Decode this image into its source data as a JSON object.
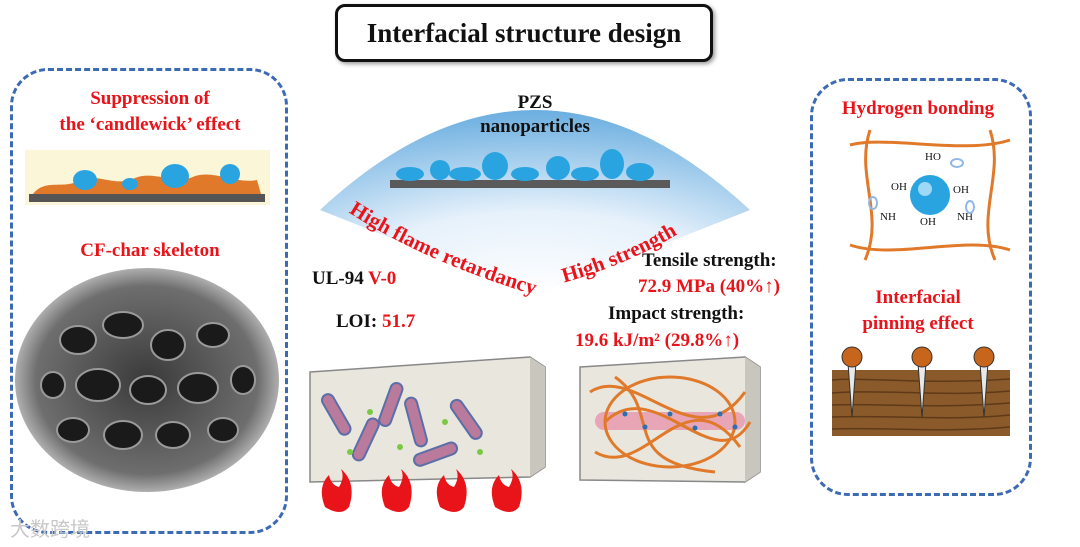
{
  "title": "Interfacial structure design",
  "left_panel": {
    "suppression_line1": "Suppression of",
    "suppression_line2": "the ‘candlewick’ effect",
    "skeleton_label": "CF-char skeleton"
  },
  "center": {
    "pzs_line1": "PZS",
    "pzs_line2": "nanoparticles",
    "arc_left": "High flame retardancy",
    "arc_right": "High strength",
    "ul94_prefix": "UL-94 ",
    "ul94_value": "V-0",
    "loi_prefix": "LOI: ",
    "loi_value": "51.7",
    "tensile_label": "Tensile strength:",
    "tensile_value": "72.9 MPa (40%↑)",
    "impact_label": "Impact strength:",
    "impact_value": "19.6 kJ/m² (29.8%↑)"
  },
  "right_panel": {
    "hbond_label": "Hydrogen bonding",
    "pinning_line1": "Interfacial",
    "pinning_line2": "pinning effect",
    "groups": [
      "HO",
      "OH",
      "OH",
      "OH",
      "NH",
      "NH"
    ]
  },
  "watermark": "大数跨境",
  "colors": {
    "accent_red": "#e8141a",
    "dashed_blue": "#3d6bb3",
    "fan_blue": "#6aaee0",
    "fiber_orange": "#e07a2a",
    "particle_blue": "#2aa4e0"
  }
}
